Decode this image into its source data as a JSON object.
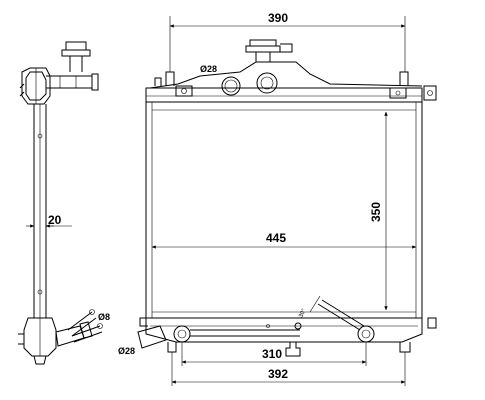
{
  "dimensions": {
    "top_width": "390",
    "height": "350",
    "core_width": "445",
    "inner_bottom": "310",
    "outer_bottom": "392",
    "side_thickness": "20",
    "upper_pipe_diameter": "Ø28",
    "lower_pipe_diameter": "Ø28",
    "small_pipe_diameter": "Ø8",
    "angle_note": "30°"
  }
}
